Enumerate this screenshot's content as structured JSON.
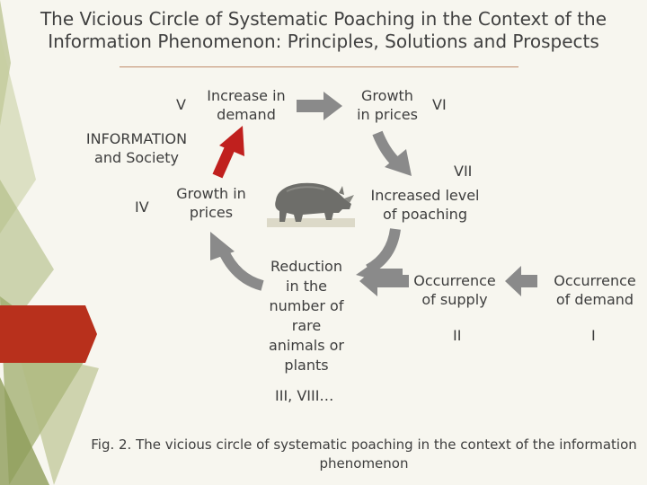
{
  "title": "The Vicious Circle of Systematic Poaching in the Context of the Information Phenomenon: Principles, Solutions and Prospects",
  "nodes": {
    "increase_in_demand": {
      "numeral": "V",
      "line1": "Increase in",
      "line2": "demand"
    },
    "growth_in_prices_top": {
      "numeral": "VI",
      "line1": "Growth",
      "line2": "in prices"
    },
    "information_society": {
      "line1": "INFORMATION",
      "line2": "and Society"
    },
    "increased_poaching": {
      "numeral": "VII",
      "line1": "Increased level",
      "line2": "of poaching"
    },
    "growth_in_prices_left": {
      "numeral": "IV",
      "line1": "Growth in",
      "line2": "prices"
    },
    "reduction": {
      "lines": [
        "Reduction",
        "in the",
        "number of",
        "rare",
        "animals or",
        "plants"
      ],
      "numeral": "III, VIII…"
    },
    "occurrence_of_supply": {
      "line1": "Occurrence",
      "line2": "of supply",
      "numeral": "II"
    },
    "occurrence_of_demand": {
      "line1": "Occurrence",
      "line2": "of demand",
      "numeral": "I"
    }
  },
  "image": {
    "icon": "rhino-icon"
  },
  "caption": "Fig. 2. The vicious circle of systematic poaching in the context of the information phenomenon",
  "colors": {
    "arrow": "#8a8a8a",
    "accent_arrow": "#c0201e",
    "background": "#f7f6ef",
    "decor_green": "#9aa86a",
    "decor_red": "#b8301c"
  }
}
